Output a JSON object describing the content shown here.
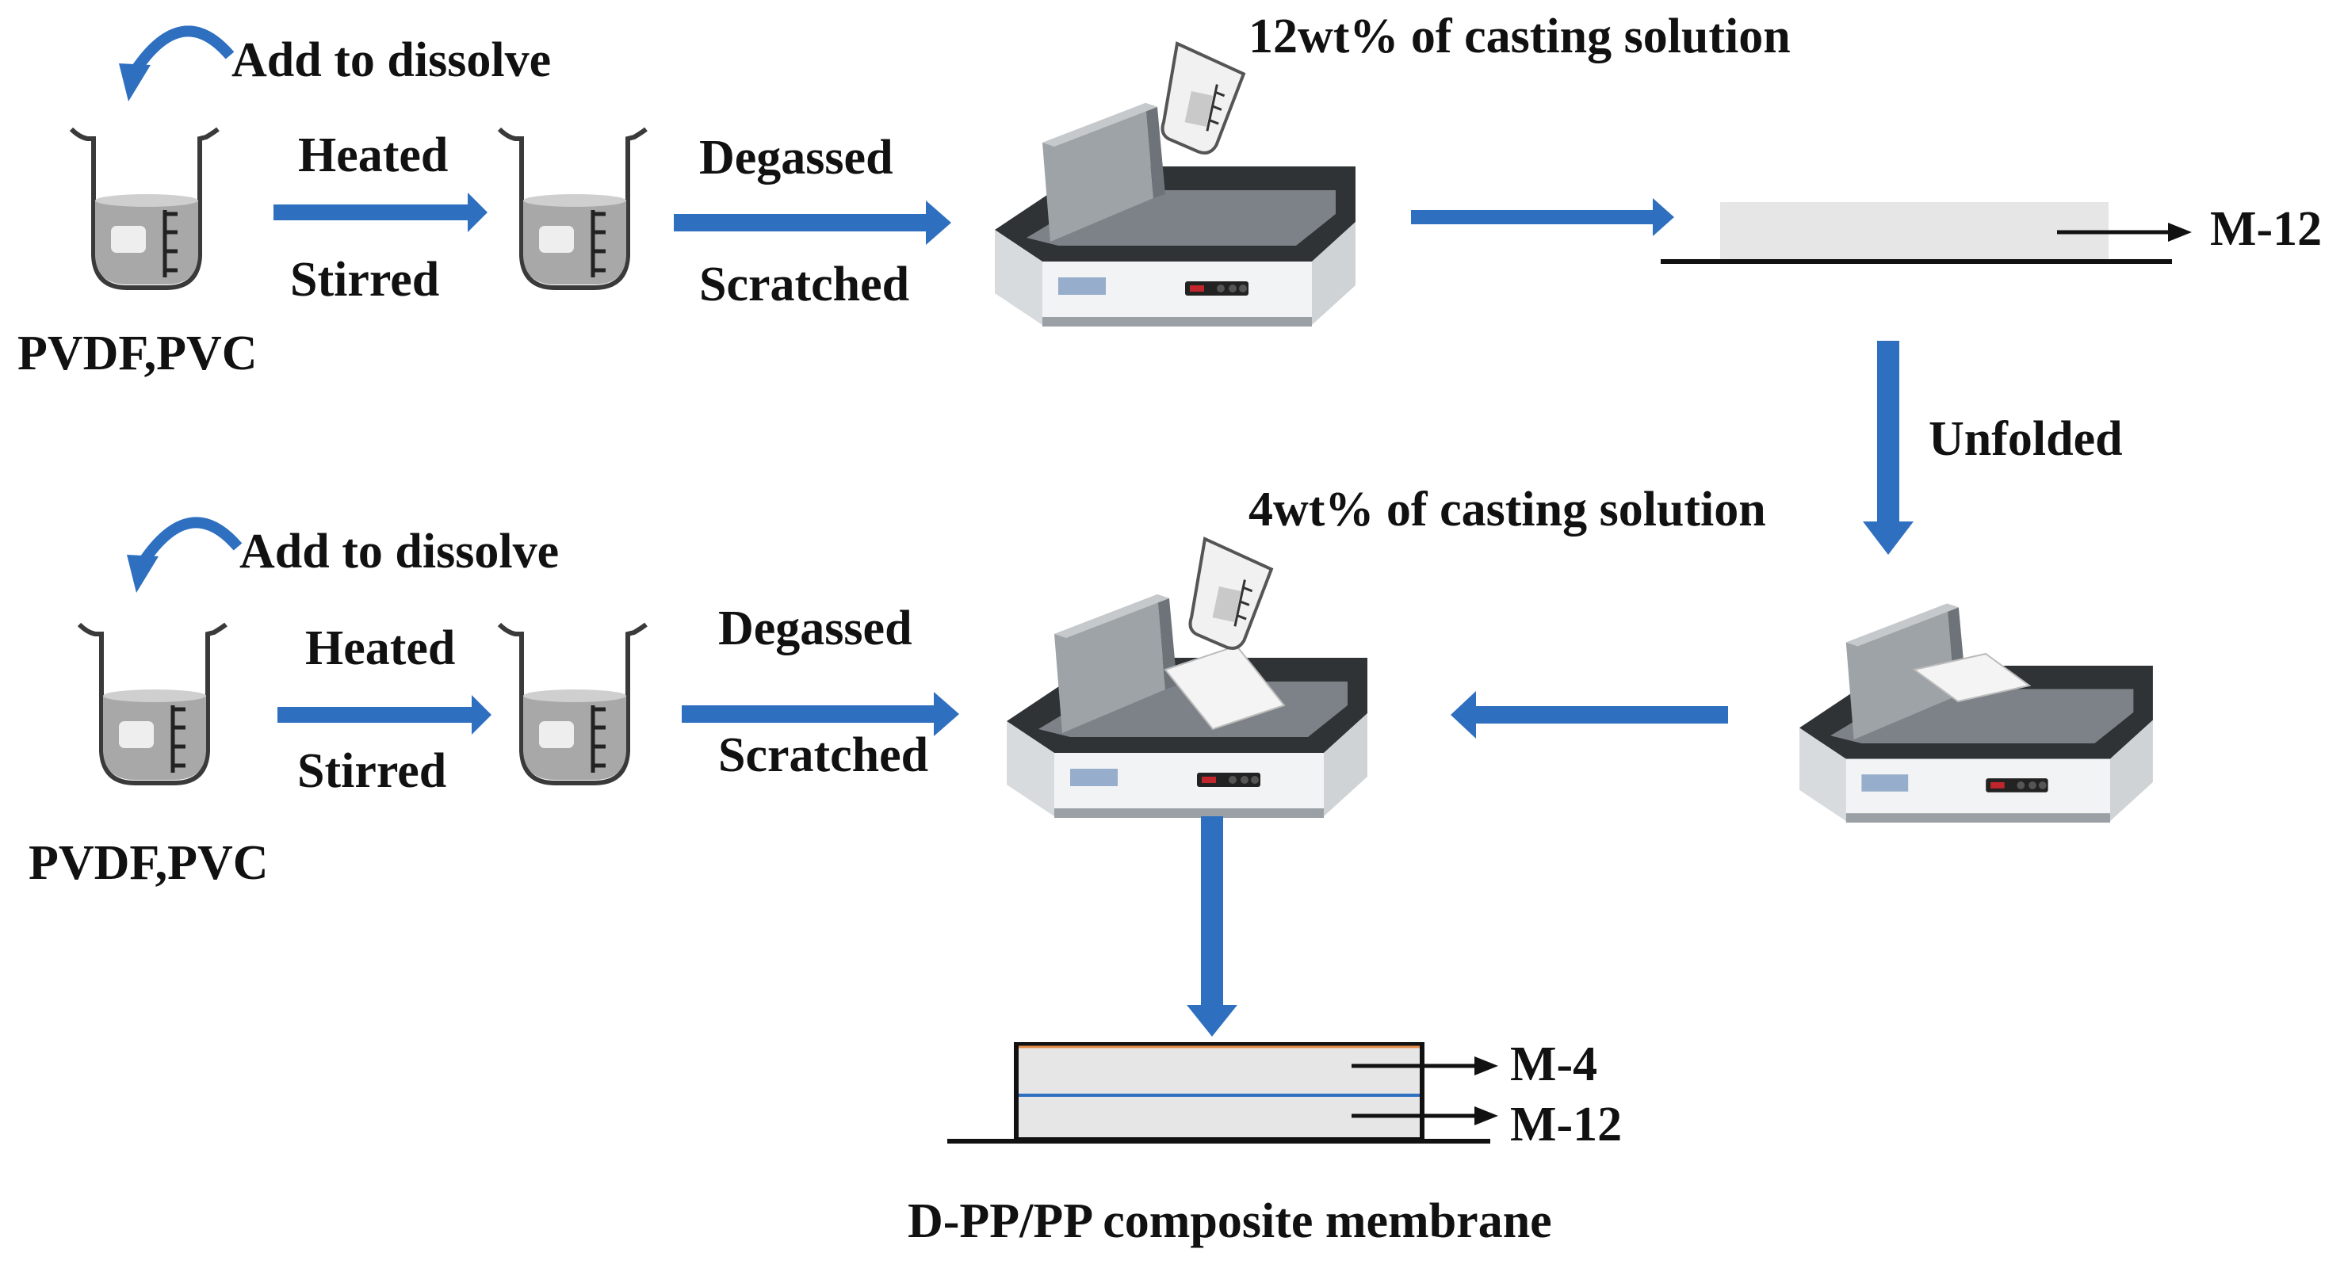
{
  "row1": {
    "add_to_dissolve": "Add to dissolve",
    "materials": "PVDF,PVC",
    "step1_top": "Heated",
    "step1_bottom": "Stirred",
    "step2_top": "Degassed",
    "step2_bottom": "Scratched",
    "casting_solution": "12wt% of casting solution",
    "membrane_label": "M-12"
  },
  "transition": {
    "label": "Unfolded"
  },
  "row2": {
    "add_to_dissolve": "Add to dissolve",
    "materials": "PVDF,PVC",
    "step1_top": "Heated",
    "step1_bottom": "Stirred",
    "step2_top": "Degassed",
    "step2_bottom": "Scratched",
    "casting_solution": "4wt% of casting solution"
  },
  "result": {
    "top_layer": "M-4",
    "bottom_layer": "M-12",
    "caption": "D-PP/PP composite membrane"
  },
  "colors": {
    "process_arrow": "#2e6fc0",
    "line": "#111111",
    "liquid": "#a8a8a8",
    "membrane_fill": "#e6e6e6",
    "layer_divider": "#2e6fc0",
    "layer_top_edge": "#e08a4a"
  }
}
